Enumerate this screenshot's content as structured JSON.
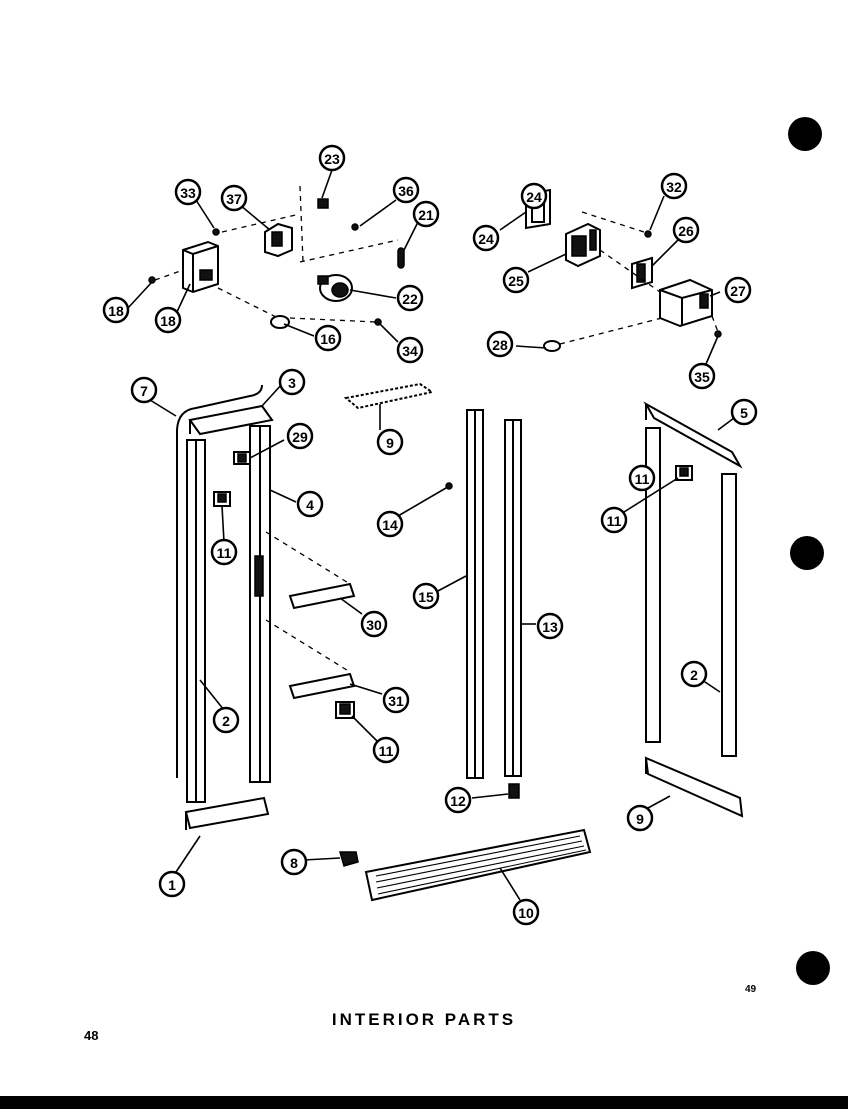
{
  "title": "INTERIOR PARTS",
  "page_number": "48",
  "corner_mark": "49",
  "callouts": [
    "1",
    "2",
    "2",
    "3",
    "4",
    "5",
    "7",
    "8",
    "9",
    "9",
    "10",
    "11",
    "11",
    "11",
    "11",
    "12",
    "13",
    "14",
    "15",
    "16",
    "18",
    "18",
    "21",
    "22",
    "23",
    "24",
    "24",
    "25",
    "26",
    "27",
    "28",
    "29",
    "30",
    "31",
    "32",
    "33",
    "34",
    "35",
    "36",
    "37"
  ]
}
